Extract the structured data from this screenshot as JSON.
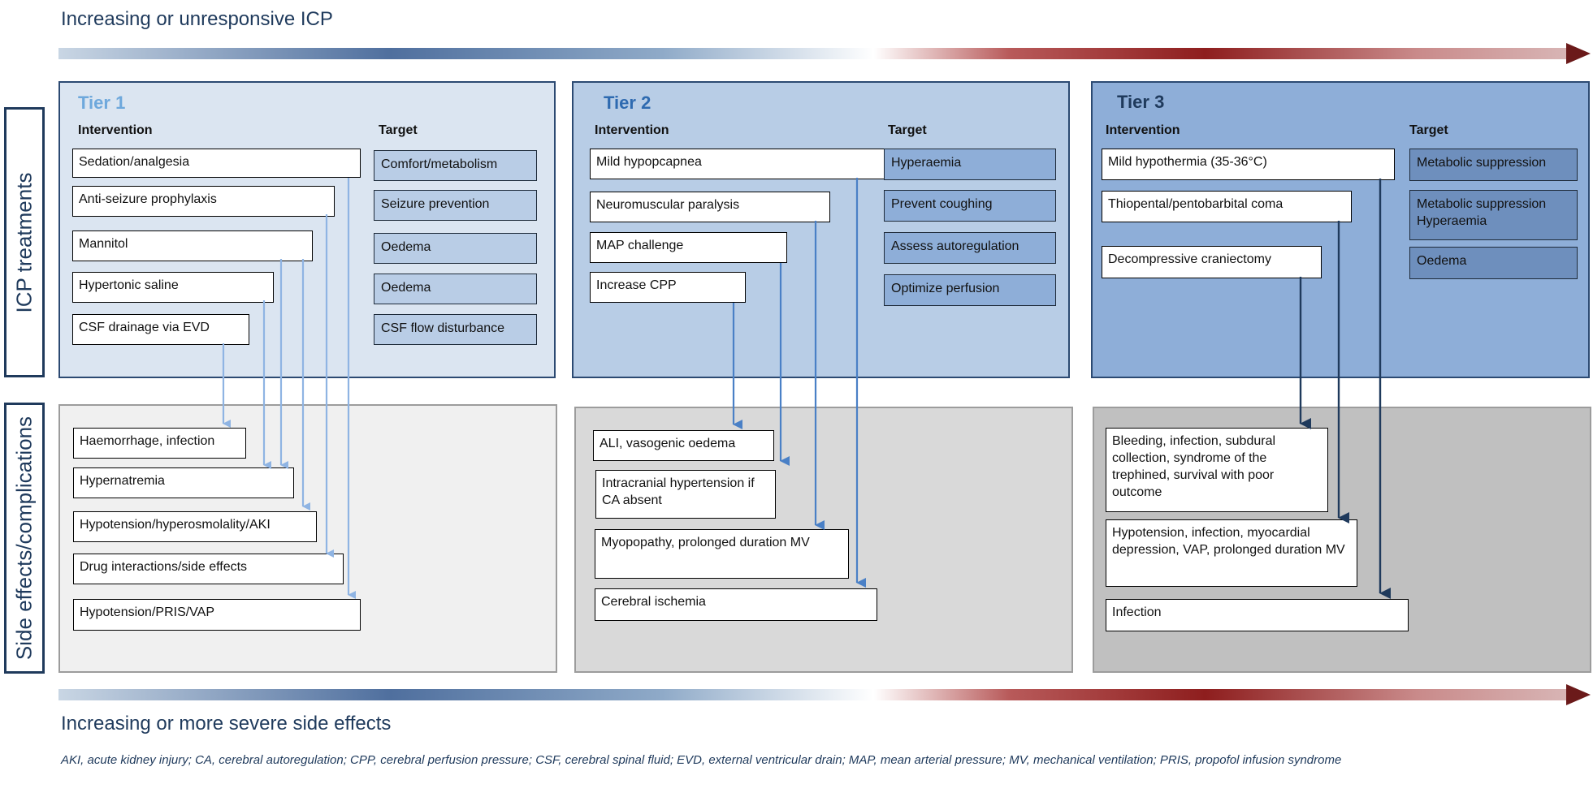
{
  "header": {
    "title": "Increasing or unresponsive ICP"
  },
  "footer": {
    "title": "Increasing or more severe side effects"
  },
  "side_labels": {
    "treatments": "ICP treatments",
    "side_effects": "Side effects/complications"
  },
  "column_headers": {
    "intervention": "Intervention",
    "target": "Target"
  },
  "tiers": [
    {
      "name": "Tier 1",
      "interventions": [
        "Sedation/analgesia",
        "Anti-seizure prophylaxis",
        "Mannitol",
        "Hypertonic saline",
        "CSF drainage via EVD"
      ],
      "targets": [
        "Comfort/metabolism",
        "Seizure prevention",
        "Oedema",
        "Oedema",
        "CSF flow disturbance"
      ],
      "side_effects": [
        "Haemorrhage, infection",
        "Hypernatremia",
        "Hypotension/hyperosmolality/AKI",
        "Drug interactions/side effects",
        "Hypotension/PRIS/VAP"
      ]
    },
    {
      "name": "Tier 2",
      "interventions": [
        "Mild hypopcapnea",
        "Neuromuscular paralysis",
        "MAP challenge",
        "Increase CPP"
      ],
      "targets": [
        "Hyperaemia",
        "Prevent coughing",
        "Assess autoregulation",
        "Optimize perfusion"
      ],
      "side_effects": [
        "ALI, vasogenic oedema",
        "Intracranial hypertension if CA absent",
        "Myopopathy, prolonged duration MV",
        "Cerebral ischemia"
      ]
    },
    {
      "name": "Tier 3",
      "interventions": [
        "Mild hypothermia (35-36°C)",
        "Thiopental/pentobarbital coma",
        "Decompressive craniectomy"
      ],
      "targets": [
        "Metabolic suppression",
        "Metabolic suppression Hyperaemia",
        "Oedema"
      ],
      "side_effects": [
        "Bleeding, infection, subdural collection, syndrome of the trephined, survival with poor outcome",
        "Hypotension, infection, myocardial depression, VAP, prolonged duration MV",
        "Infection"
      ]
    }
  ],
  "footnote": "AKI, acute kidney injury; CA, cerebral autoregulation; CPP, cerebral perfusion pressure; CSF, cerebral spinal fluid; EVD, external ventricular drain; MAP, mean arterial pressure; MV, mechanical ventilation; PRIS, propofol infusion syndrome",
  "colors": {
    "tier1_bg": "#dbe5f1",
    "tier2_bg": "#b8cde6",
    "tier3_bg": "#8eaed8",
    "tier1_target": "#b9cde6",
    "tier2_target": "#8eaed8",
    "tier3_target": "#6e8fbd",
    "tier1_arrow": "#8fb4e3",
    "tier2_arrow": "#4a80c6",
    "tier3_arrow": "#1f3a5c",
    "se1_bg": "#f0f0f0",
    "se2_bg": "#d9d9d9",
    "se3_bg": "#c0c0c0",
    "heading_blue": "#1f3a5c"
  }
}
